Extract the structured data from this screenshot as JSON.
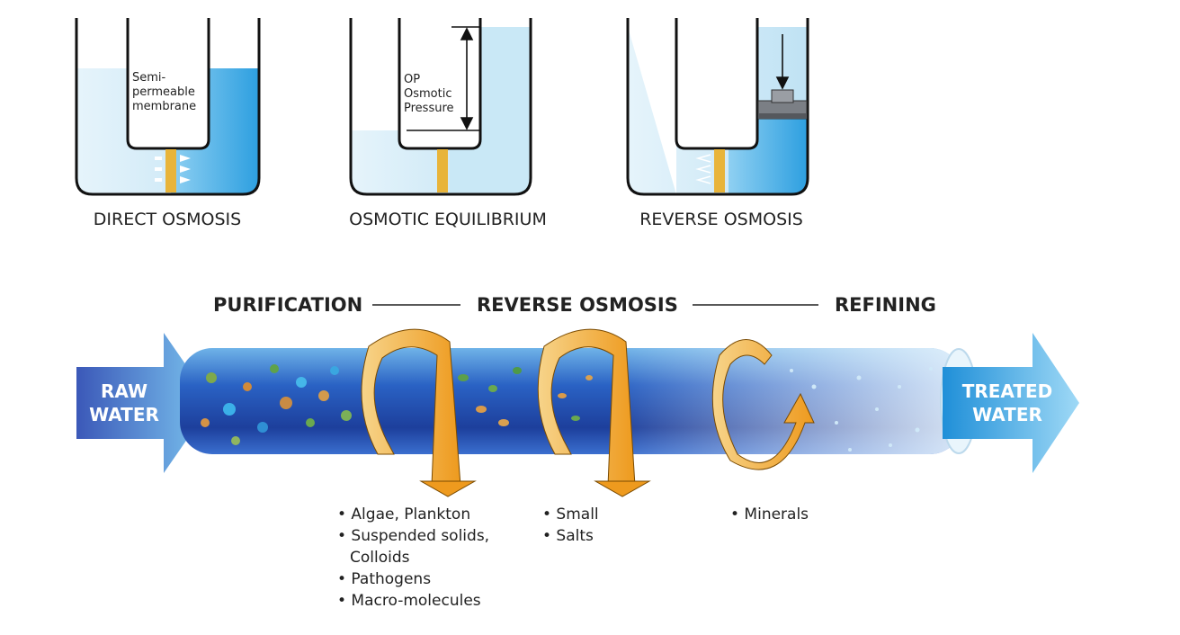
{
  "vessels": [
    {
      "caption": "DIRECT OSMOSIS",
      "inner_label": [
        "Semi-",
        "permeable",
        "membrane"
      ]
    },
    {
      "caption": "OSMOTIC EQUILIBRIUM",
      "inner_label": [
        "OP",
        "Osmotic",
        "Pressure"
      ]
    },
    {
      "caption": "REVERSE OSMOSIS",
      "inner_label": []
    }
  ],
  "stages": [
    "PURIFICATION",
    "REVERSE OSMOSIS",
    "REFINING"
  ],
  "flow": {
    "input": [
      "RAW",
      "WATER"
    ],
    "output": [
      "TREATED",
      "WATER"
    ]
  },
  "removed": {
    "purification": [
      "• Algae, Plankton",
      "• Suspended solids,",
      "Colloids",
      "• Pathogens",
      "• Macro-molecules"
    ],
    "reverse_osmosis": [
      "• Small",
      "• Salts"
    ],
    "refining": [
      "• Minerals"
    ]
  },
  "colors": {
    "water_light": "#d9eef8",
    "water_blue": "#3aa3e0",
    "membrane": "#e8b43a",
    "pipe_dark": "#1e3f9a",
    "arrow_orange": "#f0a52a"
  }
}
